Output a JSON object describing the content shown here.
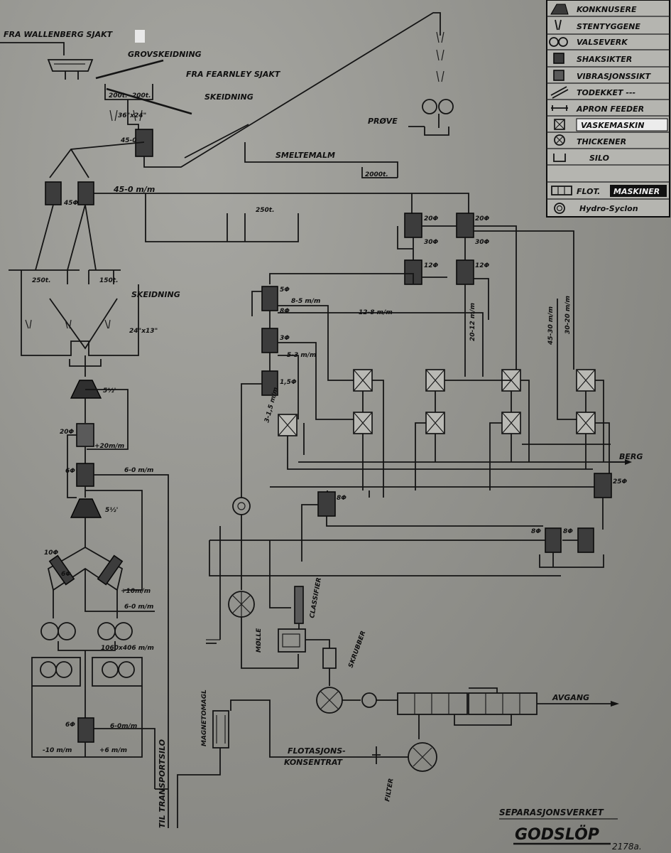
{
  "legend": {
    "items": [
      {
        "icon": "crusher-icon",
        "label": "KONKNUSERE"
      },
      {
        "icon": "rod-crusher-icon",
        "label": "STENTYGGENE"
      },
      {
        "icon": "roll-mill-icon",
        "label": "VALSEVERK"
      },
      {
        "icon": "shaking-screen-icon",
        "label": "SHAKSIKTER"
      },
      {
        "icon": "vibration-screen-icon",
        "label": "VIBRASJONSSIKT"
      },
      {
        "icon": "belt-conveyor-icon",
        "label": "TODEKKET ---"
      },
      {
        "icon": "apron-feeder-icon",
        "label": "APRON FEEDER"
      },
      {
        "icon": "washing-machine-icon",
        "label": "VASKEMASKIN"
      },
      {
        "icon": "thickener-icon",
        "label": "THICKENER"
      },
      {
        "icon": "silo-icon",
        "label": "SILO"
      },
      {
        "icon": "flotation-machine-icon",
        "label": "FLOT.",
        "label2": "MASKINER"
      },
      {
        "icon": "hydrocyclone-icon",
        "label": "Hydro-Syclon"
      }
    ]
  },
  "labels": {
    "fra_wallenberg": "FRA WALLENBERG SJAKT",
    "grovskeidning": "GROVSKEIDNING",
    "fra_fearnley": "FRA FEARNLEY SJAKT",
    "skeidning": "SKEIDNING",
    "silo_200a": "200t.",
    "silo_200b": "200t.",
    "size_36": "36\"x24\"",
    "size_45_0": "45-0",
    "smeltemalm": "SMELTEMALM",
    "silo_2000": "2000t.",
    "prove": "PRØVE",
    "conveyor_45_0": "45-0 m/m",
    "silo_250": "250t.",
    "size_45": "45Φ",
    "silo_250b": "250t.",
    "silo_150": "150t.",
    "skeidning2": "SKEIDNING",
    "size_24x13": "24\"x13\"",
    "cone1": "5½'",
    "size_20": "20Φ",
    "size_plus20": "+20m/m",
    "size_6a": "6Φ",
    "size_6_0a": "6-0 m/m",
    "cone2": "5½'",
    "size_10": "10Φ",
    "size_6b": "6Φ",
    "size_plus10": "+10m/m",
    "size_6_0b": "6-0 m/m",
    "size_1060": "1060x406 m/m",
    "size_6c": "6Φ",
    "size_6_0c": "6-0m/m",
    "size_6_10": "-10 m/m",
    "size_plus6": "+6 m/m",
    "transport": "TIL TRANSPORTSILO",
    "magnetomagl": "MAGNETOMAGL",
    "mole": "MØLLE",
    "classifier": "CLASSIFIER",
    "skrubber": "SKRUBBER",
    "flot_kons": "FLOTASJONS-",
    "flot_kons2": "KONSENTRAT",
    "filter": "FILTER",
    "avgang": "AVGANG",
    "berg": "BERG",
    "size_20a": "20Φ",
    "size_20b": "20Φ",
    "size_30a": "30Φ",
    "size_30b": "30Φ",
    "size_12a": "12Φ",
    "size_12b": "12Φ",
    "size_5": "5Φ",
    "size_8_5": "8-5 m/m",
    "size_8": "8Φ",
    "size_12_8": "12-8 m/m",
    "size_20_12": "20-12 m/m",
    "size_45_30": "45-30 m/m",
    "size_30_20": "30-20 m/m",
    "size_3": "3Φ",
    "size_5_3": "5-3 m/m",
    "size_1_5": "1,5Φ",
    "size_3_1_5": "3-1,5 m/m",
    "size_8c": "8Φ",
    "size_25": "25Φ",
    "size_8d": "8Φ",
    "size_8e": "8Φ",
    "title": "SEPARASJONSVERKET",
    "subtitle": "GODSLÖP",
    "drawing_no": "2178a."
  }
}
